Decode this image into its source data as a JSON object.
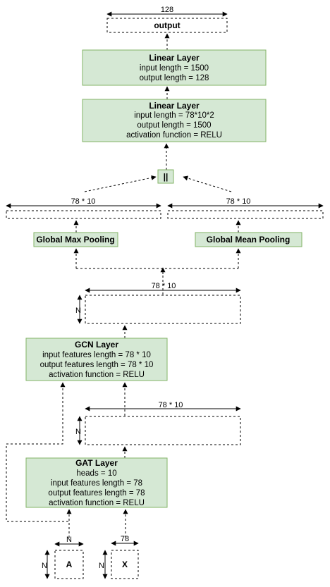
{
  "output": {
    "label": "output",
    "dim": "128"
  },
  "linear2": {
    "title": "Linear Layer",
    "lines": [
      "input length = 1500",
      "output length = 128"
    ]
  },
  "linear1": {
    "title": "Linear Layer",
    "lines": [
      "input length = 78*10*2",
      "output length = 1500",
      "activation function = RELU"
    ]
  },
  "concat": {
    "label": "||"
  },
  "max_vec": {
    "dim": "78 * 10"
  },
  "mean_vec": {
    "dim": "78 * 10"
  },
  "max_pool": {
    "label": "Global Max Pooling"
  },
  "mean_pool": {
    "label": "Global Mean Pooling"
  },
  "gcn_out": {
    "width_dim": "78 * 10",
    "height_dim": "N"
  },
  "gcn": {
    "title": "GCN Layer",
    "lines": [
      "input features length = 78 * 10",
      "output features length = 78 * 10",
      "activation function = RELU"
    ]
  },
  "gat_out": {
    "width_dim": "78 * 10",
    "height_dim": "N"
  },
  "gat": {
    "title": "GAT Layer",
    "lines": [
      "heads = 10",
      "input features length = 78",
      "output features length = 78",
      "activation function = RELU"
    ]
  },
  "input_a": {
    "label": "A",
    "width_dim": "N",
    "height_dim": "N"
  },
  "input_x": {
    "label": "X",
    "width_dim": "78",
    "height_dim": "N"
  }
}
